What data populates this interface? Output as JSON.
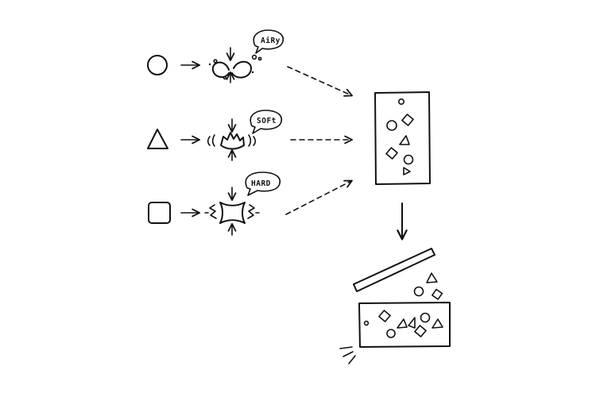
{
  "labels": {
    "airy": "AiRy",
    "soft": "SOFt",
    "hard": "HARD"
  },
  "icons": {
    "input_shapes": [
      "circle-icon",
      "triangle-icon",
      "square-icon"
    ]
  },
  "colors": {
    "ink": "#111111",
    "background": "#ffffff"
  }
}
